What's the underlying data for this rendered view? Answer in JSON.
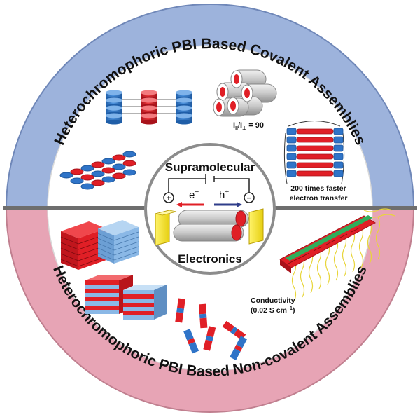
{
  "ring": {
    "top_title": "Heterochromophoric PBI Based Covalent Assemblies",
    "bottom_title": "Heterochromophoric PBI Based Non-covalent Assemblies"
  },
  "center": {
    "title_top": "Supramolecular",
    "title_bottom": "Electronics",
    "plus_sign": "+",
    "minus_sign": "−",
    "electron": "e",
    "electron_sup": "−",
    "hole": "h",
    "hole_sup": "+"
  },
  "annotations": {
    "dichroic_ratio_prefix": "I",
    "dichroic_ratio_sub1": "II",
    "dichroic_ratio_mid": "/I",
    "dichroic_ratio_sub2": "⊥",
    "dichroic_ratio_value": " = 90",
    "electron_transfer_line1": "200 times faster",
    "electron_transfer_line2": "electron transfer",
    "conductivity_line1": "Conductivity",
    "conductivity_line2": "(0.02 S cm",
    "conductivity_sup": "−1",
    "conductivity_close": ")"
  },
  "colors": {
    "top_band": "#9db3dc",
    "bottom_band": "#e7a4b5",
    "divider": "#6e6e6e",
    "red": "#e01f26",
    "blue": "#2f74c8",
    "light_blue": "#8ab8e6",
    "yellow": "#f5e32a",
    "green": "#2fae5a"
  }
}
